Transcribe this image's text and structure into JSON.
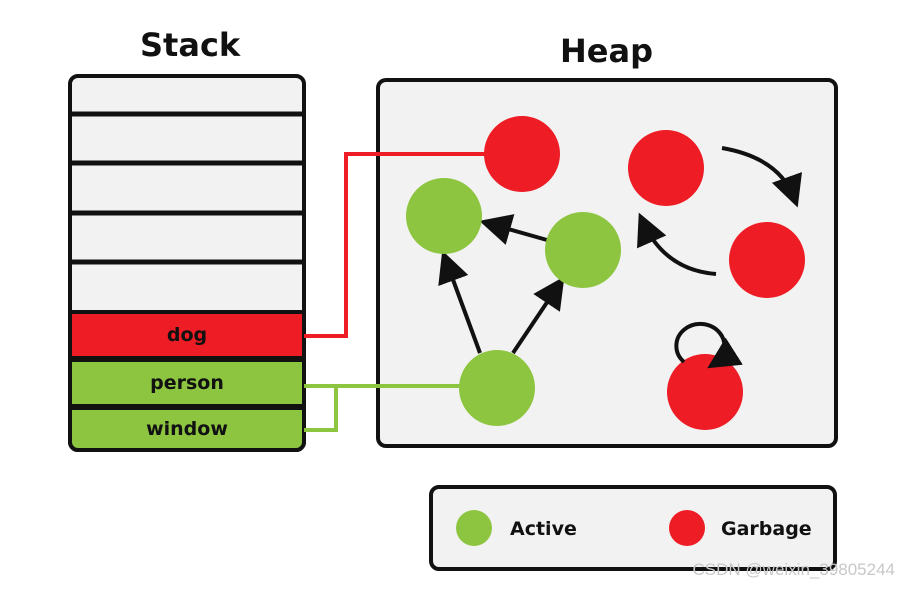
{
  "stack": {
    "title": "Stack",
    "rows": [
      {
        "label": "dog",
        "color": "#ee1c25"
      },
      {
        "label": "person",
        "color": "#8dc540"
      },
      {
        "label": "window",
        "color": "#8dc540"
      }
    ]
  },
  "heap": {
    "title": "Heap"
  },
  "legend": {
    "active_label": "Active",
    "garbage_label": "Garbage",
    "active_color": "#8dc540",
    "garbage_color": "#ee1c25"
  },
  "watermark": "CSDN @weixin_39805244"
}
